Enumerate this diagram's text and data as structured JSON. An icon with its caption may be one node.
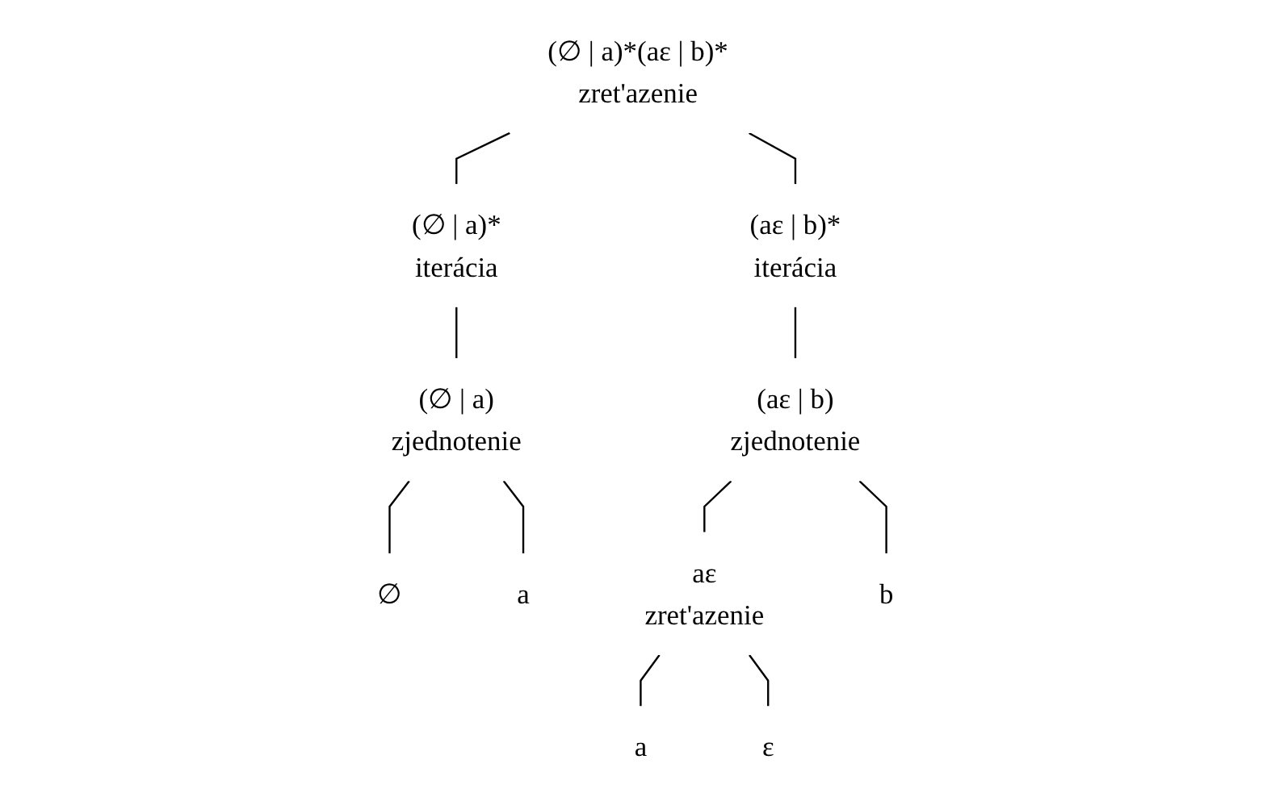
{
  "diagram": {
    "nodes": [
      {
        "text": [
          "(∅ | a)*(aε | b)*",
          "zret'azenie"
        ]
      },
      {
        "text": [
          "(∅ | a)*",
          "iterácia"
        ]
      },
      {
        "text": [
          "(aε | b)*",
          "iterácia"
        ]
      },
      {
        "text": [
          "(∅ | a)",
          "zjednotenie"
        ]
      },
      {
        "text": [
          "∅"
        ]
      },
      {
        "text": [
          "a"
        ]
      },
      {
        "text": [
          "(aε | b)",
          "zjednotenie"
        ]
      },
      {
        "text": [
          "aε",
          "zret'azenie"
        ]
      },
      {
        "text": [
          "b"
        ]
      },
      {
        "text": [
          "a"
        ]
      },
      {
        "text": [
          "ε"
        ]
      }
    ],
    "edges": [
      {
        "from": 0,
        "to": 1,
        "arrow": "none"
      },
      {
        "from": 0,
        "to": 2,
        "arrow": "none"
      },
      {
        "from": 1,
        "to": 3,
        "arrow": "none"
      },
      {
        "from": 2,
        "to": 6,
        "arrow": "none"
      },
      {
        "from": 3,
        "to": 4,
        "arrow": "none"
      },
      {
        "from": 3,
        "to": 5,
        "arrow": "none"
      },
      {
        "from": 6,
        "to": 7,
        "arrow": "none"
      },
      {
        "from": 6,
        "to": 8,
        "arrow": "none"
      },
      {
        "from": 7,
        "to": 9,
        "arrow": "none"
      },
      {
        "from": 7,
        "to": 10,
        "arrow": "none"
      }
    ]
  }
}
